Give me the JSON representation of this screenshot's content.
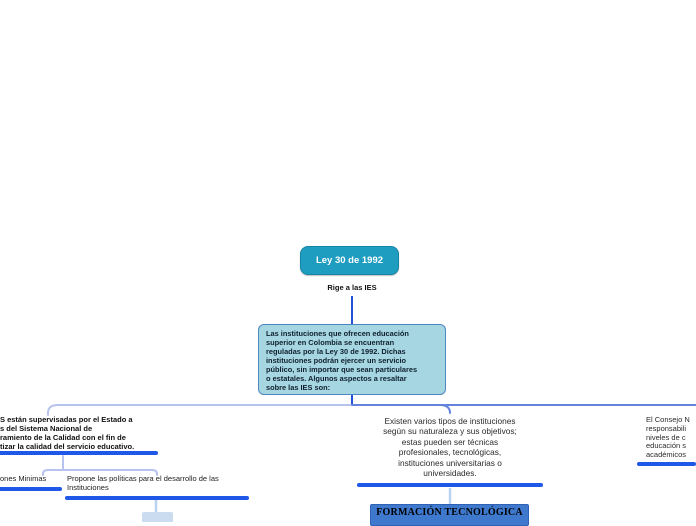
{
  "colors": {
    "root_node_bg": "#1f9dc1",
    "root_node_border": "#1585a6",
    "root_node_text": "#ffffff",
    "intro_box_bg": "#a5d6e2",
    "intro_box_border": "#4e86c0",
    "underline_blue": "#1f57e8",
    "connector_strong": "#2353d4",
    "connector_light": "#b7c3ee",
    "connector_mid": "#6383dc",
    "connector_pale": "#b9d2f0",
    "formacion_bg": "#3e79cd",
    "formacion_border": "#2f62b5",
    "sliver_bg": "#cbdcf1"
  },
  "root": {
    "label": "Ley 30 de 1992"
  },
  "edge_label": "Rige a las IES",
  "intro_box": {
    "lines": [
      "Las instituciones que ofrecen educación",
      "superior en Colombia se encuentran",
      "reguladas por la Ley 30 de 1992. Dichas",
      "instituciones podrán ejercer un servicio",
      "público, sin importar que sean particulares",
      "o estatales. Algunos aspectos a resaltar",
      "sobre las IES son:"
    ]
  },
  "branches": {
    "left": {
      "lines": [
        "S están supervisadas por el Estado a",
        "s del Sistema Nacional de",
        "ramiento de la Calidad con el fin de",
        "tizar la calidad del servicio educativo."
      ],
      "children": {
        "minimas": {
          "label": "ones Minimas"
        },
        "propone": {
          "lines": [
            "Propone las políticas para el desarrollo de las",
            "Instituciones"
          ]
        }
      }
    },
    "center": {
      "lines": [
        "Existen varios tipos de instituciones",
        "según su naturaleza y sus objetivos;",
        "estas pueden ser técnicas",
        "profesionales, tecnológicas,",
        "instituciones universitarias o",
        "universidades."
      ],
      "child": {
        "label": "FORMACIÓN TECNOLÓGICA"
      }
    },
    "right": {
      "lines": [
        "El Consejo N",
        "responsabili",
        "niveles de c",
        "educación s",
        "académicos"
      ]
    }
  }
}
